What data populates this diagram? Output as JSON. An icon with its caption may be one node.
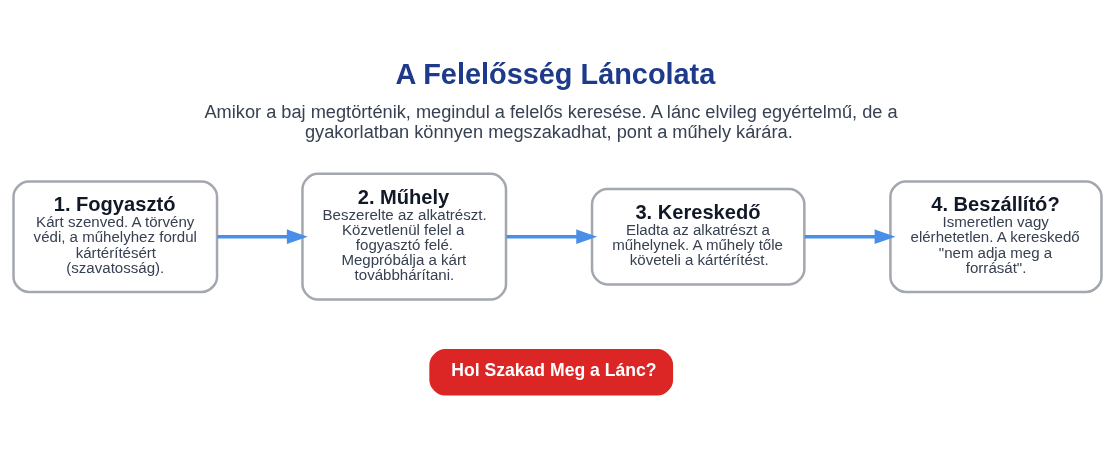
{
  "diagram": {
    "title": "A Felelősség Láncolata",
    "nodes": [
      {
        "text": [
          "1. Fogyasztó",
          "Kárt szenved. A törvény védi, a műhelyhez fordul kártérítésért (szavatosság)."
        ]
      },
      {
        "text": [
          "2. Műhely",
          "Beszerelte az alkatrészt. Közvetlenül felel a fogyasztó felé. Megpróbálja a kárt továbbhárítani."
        ]
      },
      {
        "text": [
          "3. Kereskedő",
          "Eladta az alkatrészt a műhelynek. A műhely tőle követeli a kártérítést."
        ]
      },
      {
        "text": [
          "4. Beszállító?",
          "Ismeretlen vagy elérhetetlen. A kereskedő \"nem adja meg a forrását\"."
        ]
      },
      {
        "text": [
          "Hol Szakad Meg a Lánc?"
        ]
      }
    ],
    "edges": [
      {
        "from": 0,
        "to": 1,
        "arrow": "to"
      },
      {
        "from": 1,
        "to": 2,
        "arrow": "to"
      },
      {
        "from": 2,
        "to": 3,
        "arrow": "to"
      }
    ],
    "labels": [
      "Amikor a baj megtörténik, megindul a felelős keresése. A lánc elvileg egyértelmű, de a gyakorlatban könnyen megszakadhat, pont a műhely kárára."
    ]
  }
}
